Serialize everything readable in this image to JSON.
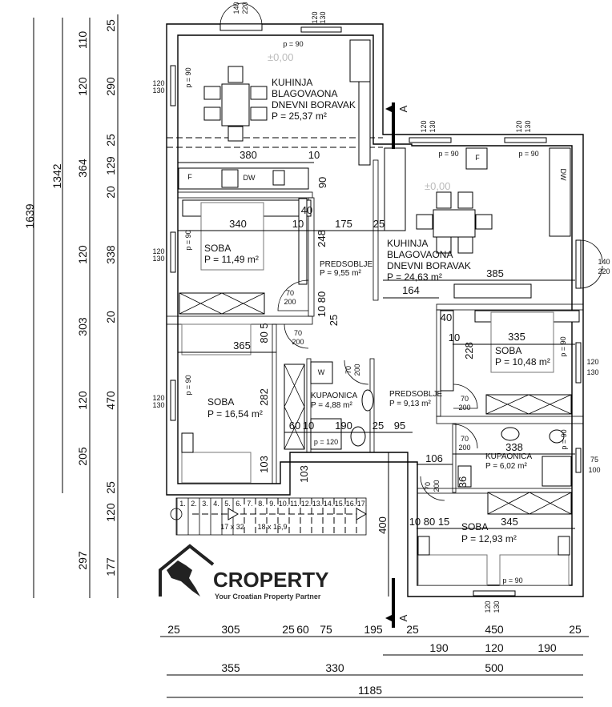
{
  "rooms": [
    {
      "lines": [
        "KUHINJA",
        "BLAGOVAONA",
        "DNEVNI BORAVAK"
      ],
      "area": "P = 25,37 m²"
    },
    {
      "lines": [
        "KUHINJA",
        "BLAGOVAONA",
        "DNEVNI BORAVAK"
      ],
      "area": "P = 24,63 m²"
    },
    {
      "lines": [
        "SOBA"
      ],
      "area": "P = 11,49 m²"
    },
    {
      "lines": [
        "PREDSOBLJE"
      ],
      "area": "P = 9,55 m²"
    },
    {
      "lines": [
        "SOBA"
      ],
      "area": "P = 16,54 m²"
    },
    {
      "lines": [
        "KUPAONICA"
      ],
      "area": "P = 4,88 m²"
    },
    {
      "lines": [
        "PREDSOBLJE"
      ],
      "area": "P = 9,13 m²"
    },
    {
      "lines": [
        "SOBA"
      ],
      "area": "P = 10,48 m²"
    },
    {
      "lines": [
        "KUPAONICA"
      ],
      "area": "P = 6,02 m²"
    },
    {
      "lines": [
        "SOBA"
      ],
      "area": "P = 12,93 m²"
    }
  ],
  "elevation": "±0,00",
  "appliances": {
    "fridge": "F",
    "dishwasher": "DW",
    "washer": "W"
  },
  "section_label": "A",
  "left_dims": {
    "total": "1639",
    "partial": "1342",
    "col3": [
      "110",
      "120",
      "364",
      "120",
      "303",
      "120",
      "205",
      "297"
    ],
    "col4": [
      "25",
      "290",
      "25",
      "129",
      "20",
      "338",
      "20",
      "470",
      "25",
      "120",
      "177"
    ]
  },
  "bottom_dims": {
    "row1": [
      "25",
      "305",
      "25",
      "60",
      "75",
      "195",
      "25",
      "450",
      "25"
    ],
    "row2": [
      "190",
      "120",
      "190"
    ],
    "row3": [
      "355",
      "330",
      "500"
    ],
    "total": "1185"
  },
  "interior_dims": [
    "380",
    "10",
    "90",
    "40",
    "340",
    "10",
    "175",
    "25",
    "248",
    "10 80",
    "25",
    "80 5",
    "365",
    "282",
    "103",
    "60",
    "10",
    "190",
    "25",
    "95",
    "103",
    "400",
    "164",
    "385",
    "40",
    "10",
    "228",
    "335",
    "338",
    "106",
    "36",
    "10 80 15",
    "345"
  ],
  "openings": {
    "window": [
      "120",
      "130"
    ],
    "door_main": [
      "140",
      "220"
    ],
    "door_int": [
      "70",
      "200"
    ],
    "window_bath": [
      "75",
      "100"
    ],
    "parapet": "p = 90",
    "parapet_bath": "p = 120"
  },
  "stairs": {
    "steps": [
      "1.",
      "2.",
      "3.",
      "4.",
      "5.",
      "6.",
      "7.",
      "8.",
      "9.",
      "10.",
      "11.",
      "12.",
      "13.",
      "14.",
      "15.",
      "16.",
      "17."
    ],
    "tread": "17 x 32",
    "riser": "18 x 16,9"
  },
  "logo": {
    "name": "CROPERTY",
    "tagline": "Your Croatian Property Partner"
  }
}
